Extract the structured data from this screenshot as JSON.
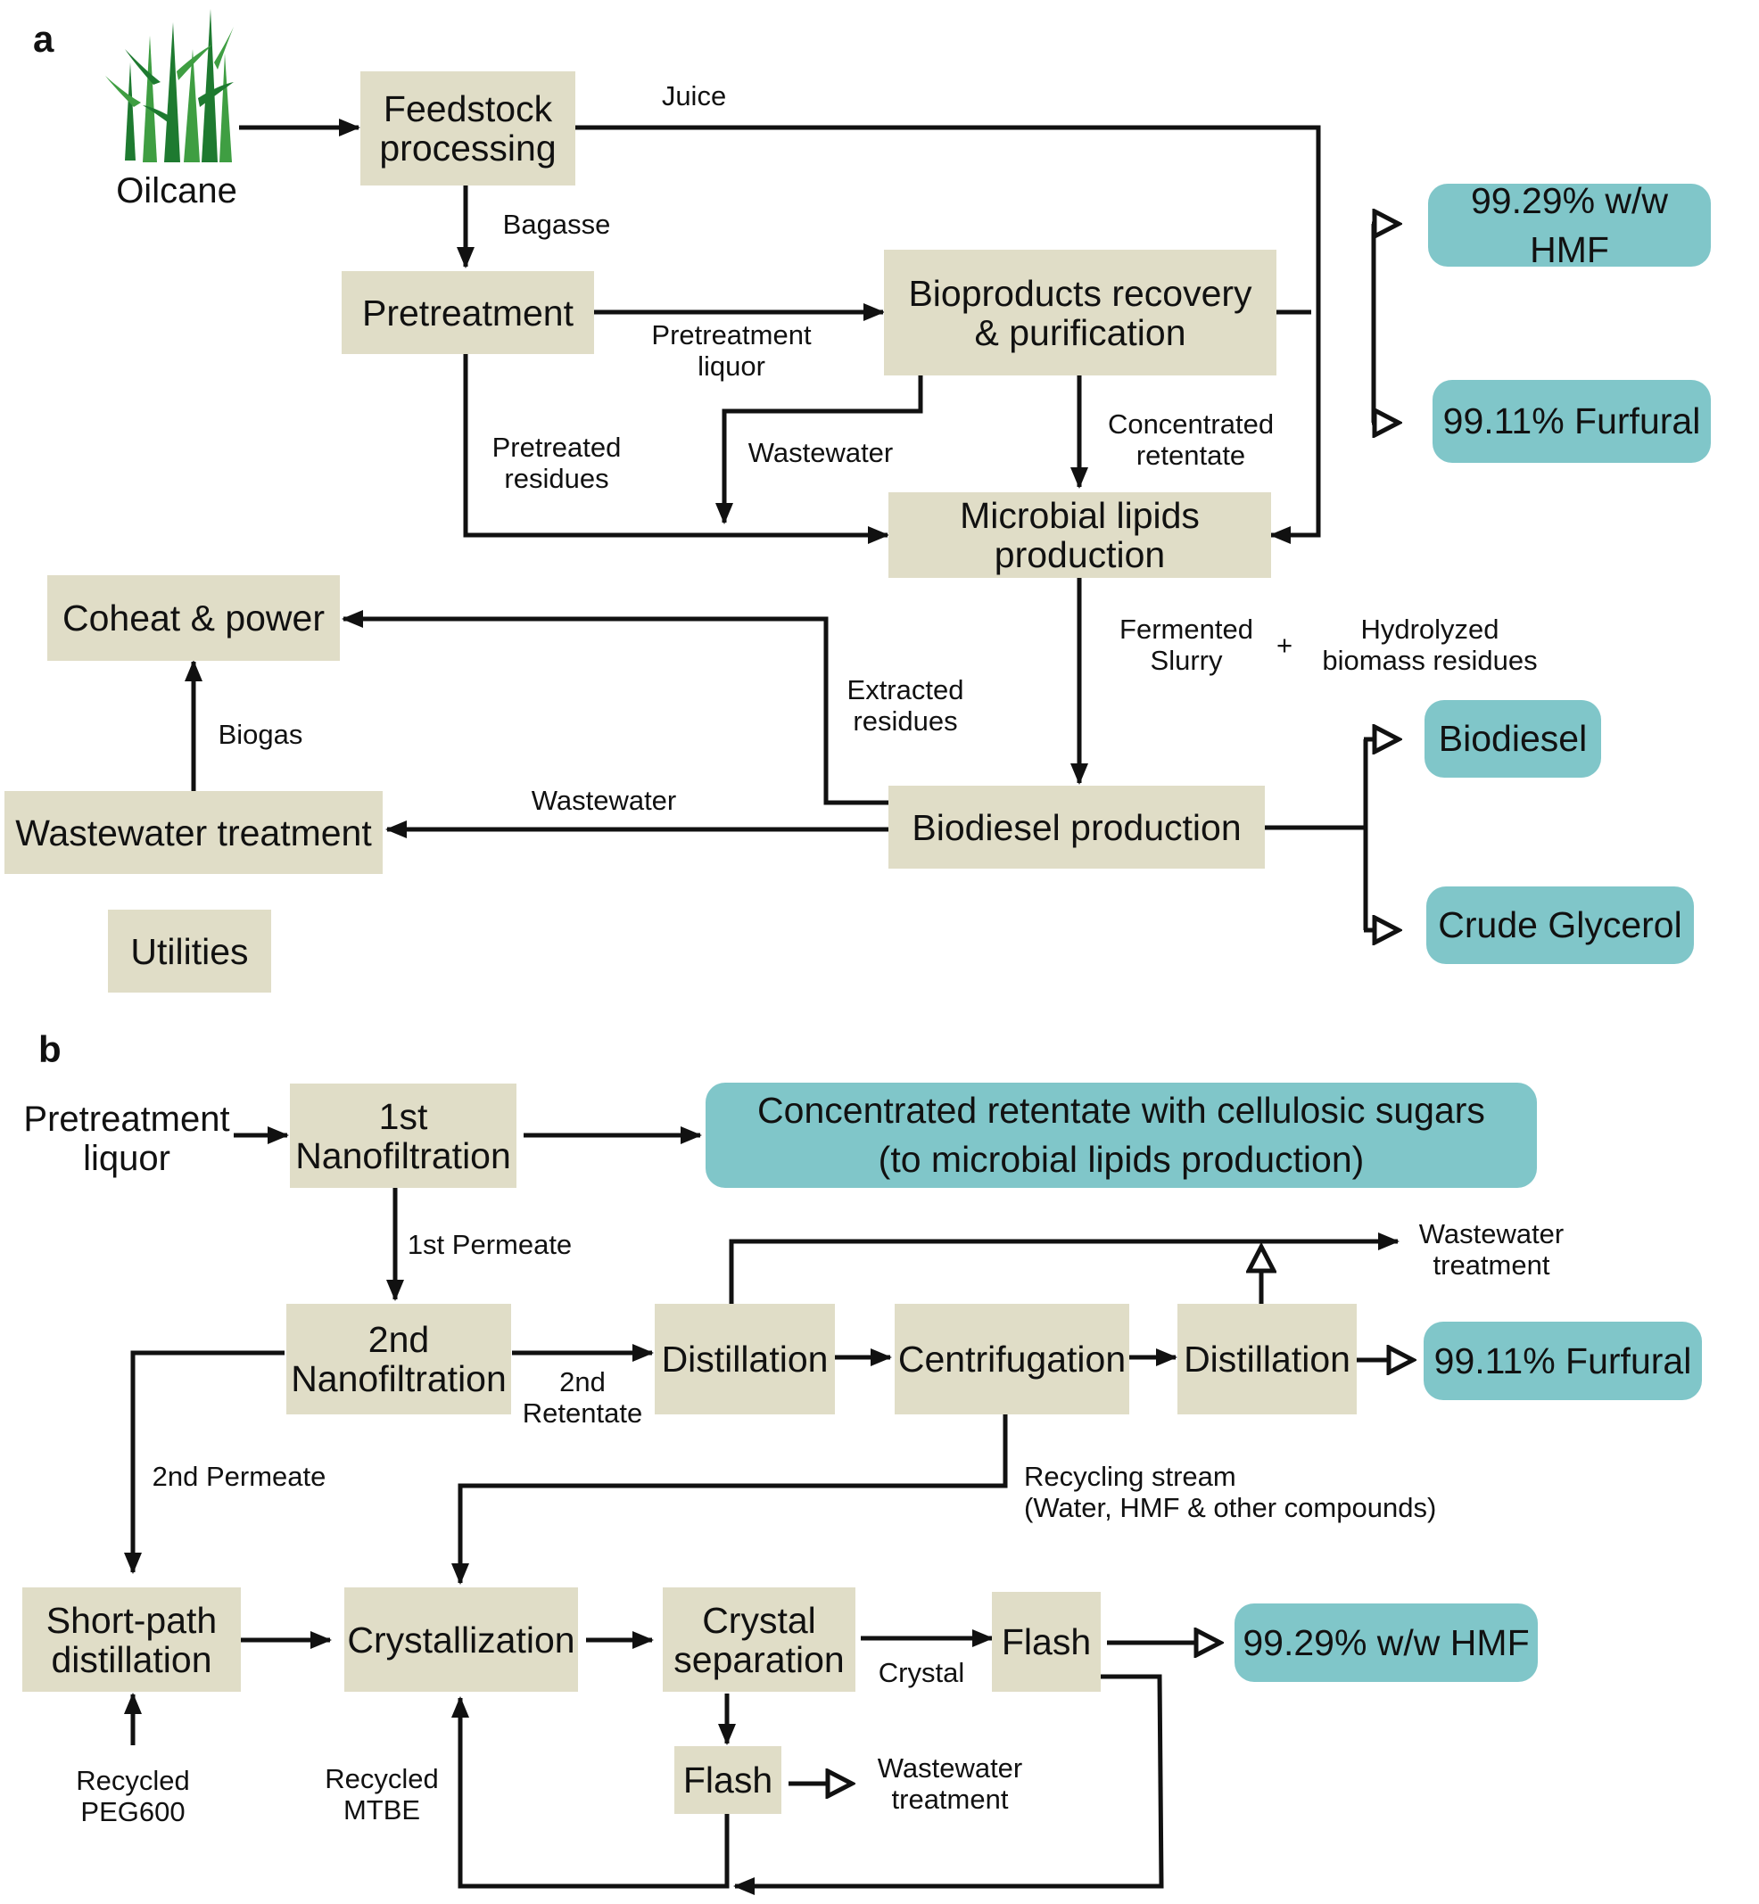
{
  "panels": {
    "a": "a",
    "b": "b"
  },
  "a": {
    "oilcane": "Oilcane",
    "feedstock": "Feedstock\nprocessing",
    "juice": "Juice",
    "bagasse": "Bagasse",
    "pretreatment": "Pretreatment",
    "pretreatment_liquor": "Pretreatment\nliquor",
    "bioproducts": "Bioproducts recovery\n& purification",
    "hmf": "99.29% w/w HMF",
    "furfural": "99.11% Furfural",
    "pretreated_residues": "Pretreated\nresidues",
    "wastewater1": "Wastewater",
    "concentrated_retentate": "Concentrated\nretentate",
    "microbial": "Microbial lipids\nproduction",
    "coheat": "Coheat & power",
    "fermented_slurry": "Fermented\nSlurry",
    "plus": "+",
    "hydrolyzed": "Hydrolyzed\nbiomass residues",
    "extracted_residues": "Extracted\nresidues",
    "biogas": "Biogas",
    "biodiesel": "Biodiesel",
    "wastewater2": "Wastewater",
    "wastewater_treatment": "Wastewater treatment",
    "biodiesel_production": "Biodiesel production",
    "crude_glycerol": "Crude Glycerol",
    "utilities": "Utilities"
  },
  "b": {
    "pretreatment_liquor": "Pretreatment\nliquor",
    "nf1": "1st\nNanofiltration",
    "concentrated_retentate": "Concentrated retentate with cellulosic sugars\n(to microbial lipids production)",
    "permeate1": "1st Permeate",
    "wastewater_treatment_top": "Wastewater\ntreatment",
    "nf2": "2nd\nNanofiltration",
    "retentate2": "2nd\nRetentate",
    "distillation1": "Distillation",
    "centrifugation": "Centrifugation",
    "distillation2": "Distillation",
    "furfural": "99.11% Furfural",
    "permeate2": "2nd Permeate",
    "recycling_stream": "Recycling stream\n(Water, HMF & other compounds)",
    "short_path": "Short-path\ndistillation",
    "crystallization": "Crystallization",
    "crystal_separation": "Crystal\nseparation",
    "crystal": "Crystal",
    "flash1": "Flash",
    "hmf": "99.29% w/w HMF",
    "recycled_peg": "Recycled\nPEG600",
    "recycled_mtbe": "Recycled\nMTBE",
    "flash2": "Flash",
    "wastewater_treatment_bottom": "Wastewater\ntreatment"
  },
  "colors": {
    "process_box": "#e0ddc7",
    "product_box": "#80c6c9",
    "leaf_dark": "#1e7a30",
    "leaf_light": "#3f9e42"
  }
}
